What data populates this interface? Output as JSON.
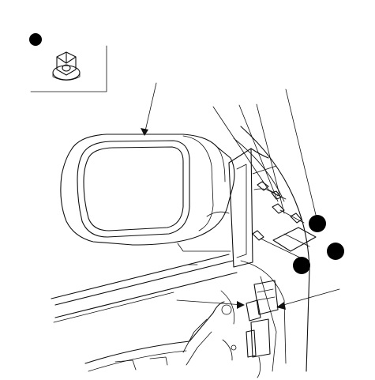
{
  "figure": {
    "description_type": "technical exploded illustration",
    "callout_markers": [
      {
        "id": "inset-marker",
        "label": ""
      },
      {
        "id": "marker-upper-right",
        "label": ""
      },
      {
        "id": "marker-far-right",
        "label": ""
      },
      {
        "id": "marker-lower",
        "label": ""
      }
    ],
    "colors": {
      "ink": "#111111",
      "background": "#ffffff",
      "marker": "#000000"
    }
  }
}
